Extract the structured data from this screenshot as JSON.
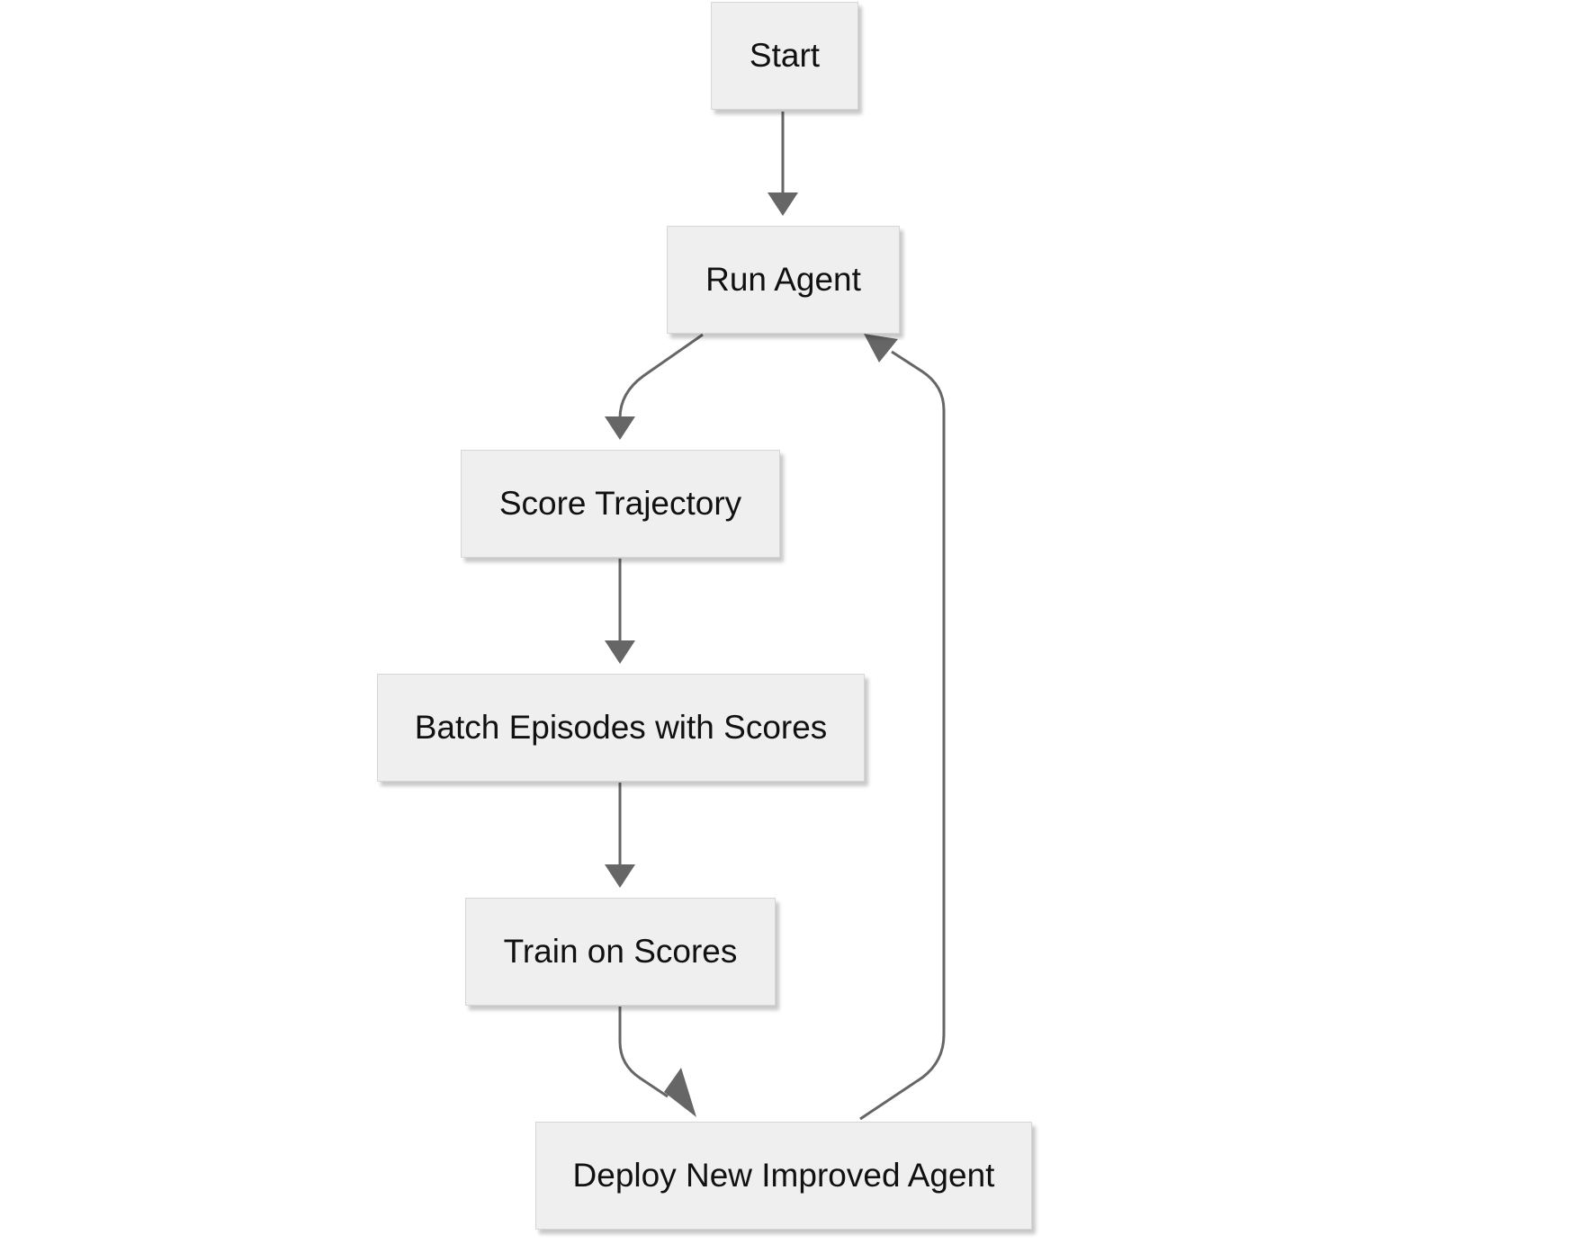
{
  "diagram": {
    "type": "flowchart",
    "colors": {
      "node_fill": "#efefef",
      "node_border": "#d6d6d6",
      "edge": "#666666",
      "text": "#111111",
      "background": "#ffffff"
    },
    "nodes": {
      "start": "Start",
      "run_agent": "Run Agent",
      "score_trajectory": "Score Trajectory",
      "batch_episodes": "Batch Episodes with Scores",
      "train_on_scores": "Train on Scores",
      "deploy_agent": "Deploy New Improved Agent"
    },
    "edges": [
      {
        "from": "start",
        "to": "run_agent"
      },
      {
        "from": "run_agent",
        "to": "score_trajectory"
      },
      {
        "from": "score_trajectory",
        "to": "batch_episodes"
      },
      {
        "from": "batch_episodes",
        "to": "train_on_scores"
      },
      {
        "from": "train_on_scores",
        "to": "deploy_agent"
      },
      {
        "from": "deploy_agent",
        "to": "run_agent"
      }
    ]
  }
}
